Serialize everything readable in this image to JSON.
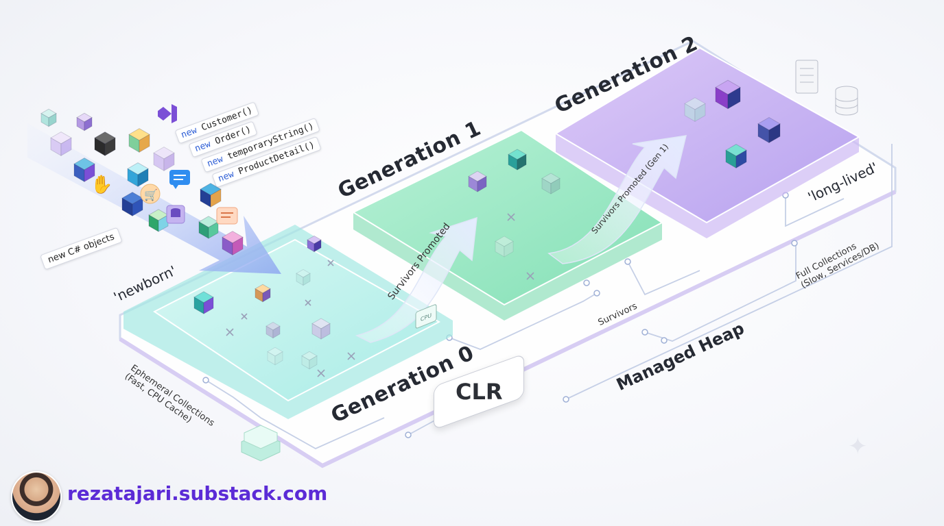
{
  "labels": {
    "gen0": "Generation 0",
    "gen1": "Generation 1",
    "gen2": "Generation 2",
    "newborn": "'newborn'",
    "long_lived": "'long-lived'",
    "new_objects": "new C# objects",
    "survivors_promoted": "Survivors Promoted",
    "survivors_promoted_gen1": "Survivors Promoted (Gen 1)",
    "survivors": "Survivors",
    "managed_heap": "Managed Heap",
    "clr": "CLR",
    "ephemeral_line1": "Ephemeral Collections",
    "ephemeral_line2": "(Fast, CPU Cache)",
    "full_line1": "Full Collections",
    "full_line2": "(Slow, Services/DB)",
    "cpu": "CPU"
  },
  "code": [
    {
      "kw": "new",
      "rest": " Customer()"
    },
    {
      "kw": "new",
      "rest": " Order()"
    },
    {
      "kw": "new",
      "rest": " temporaryString()"
    },
    {
      "kw": "new",
      "rest": " ProductDetail()"
    }
  ],
  "brand": {
    "url": "rezatajari.substack.com"
  },
  "colors": {
    "gen0": "#bdf1ee",
    "gen1": "#9ee9c4",
    "gen2": "#c6b3f3",
    "accent": "#5b2bd6",
    "cube_purple": "#8a5cc8",
    "cube_teal": "#2fa6a8"
  },
  "icons": [
    "visual-studio-icon",
    "hand-icon",
    "cart-icon",
    "chat-icon",
    "database-icon",
    "server-icon",
    "cpu-icon"
  ]
}
